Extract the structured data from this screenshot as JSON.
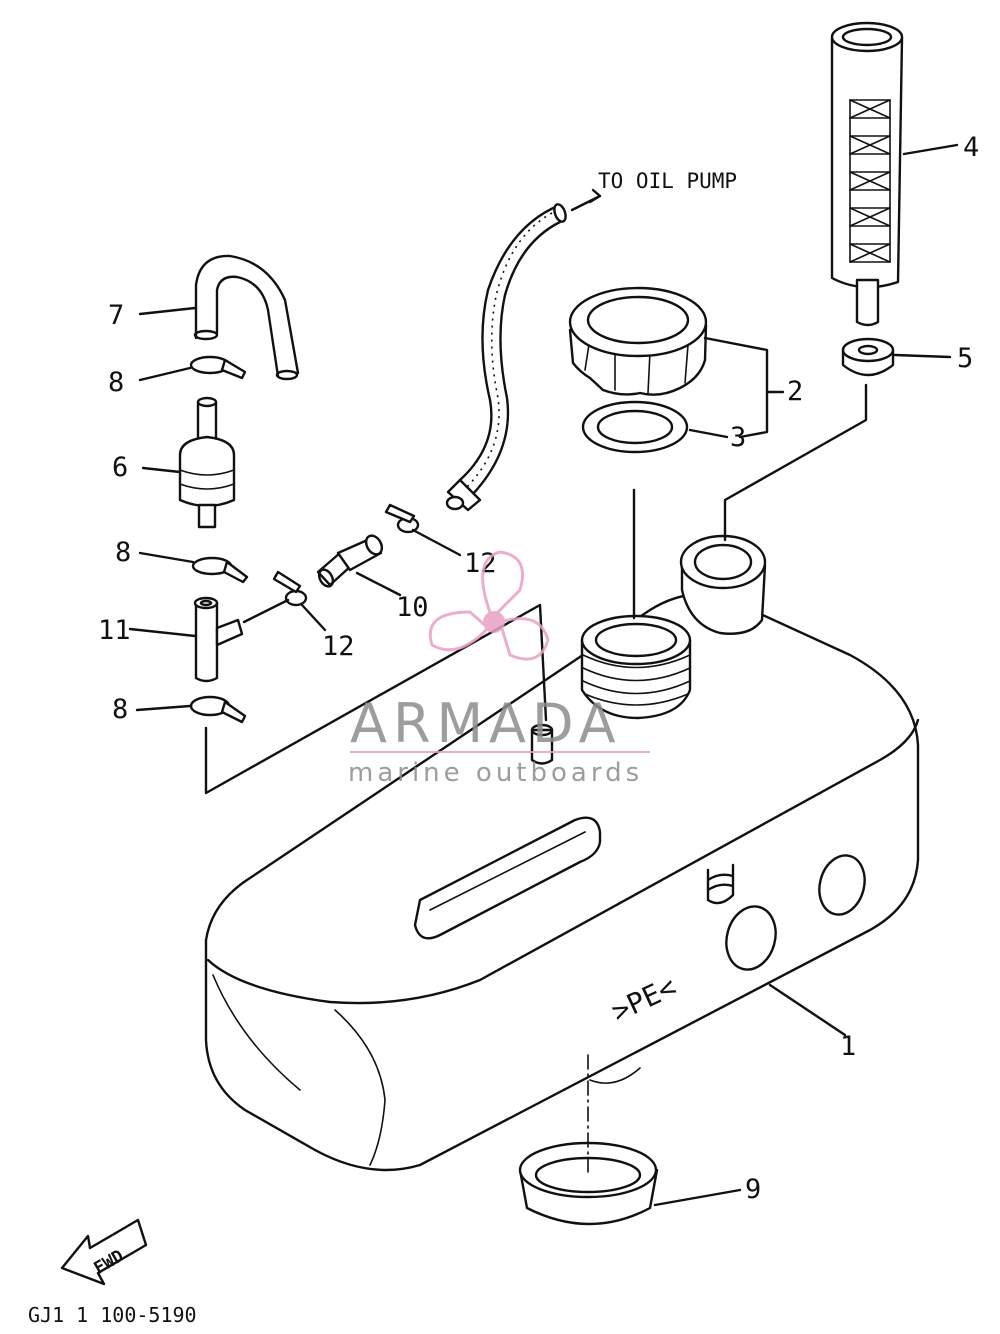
{
  "diagram": {
    "parts": [
      {
        "id": "part-1",
        "label": "1"
      },
      {
        "id": "part-2",
        "label": "2"
      },
      {
        "id": "part-3",
        "label": "3"
      },
      {
        "id": "part-4",
        "label": "4"
      },
      {
        "id": "part-5",
        "label": "5"
      },
      {
        "id": "part-6",
        "label": "6"
      },
      {
        "id": "part-7",
        "label": "7"
      },
      {
        "id": "part-8a",
        "label": "8"
      },
      {
        "id": "part-8b",
        "label": "8"
      },
      {
        "id": "part-8c",
        "label": "8"
      },
      {
        "id": "part-9",
        "label": "9"
      },
      {
        "id": "part-10",
        "label": "10"
      },
      {
        "id": "part-11",
        "label": "11"
      },
      {
        "id": "part-12a",
        "label": "12"
      },
      {
        "id": "part-12b",
        "label": "12"
      }
    ],
    "annotation_pump": "TO OIL PUMP",
    "tank_marking": ">PE<",
    "direction_label": "FWD",
    "drawing_code": "GJ1 1 100-5190"
  },
  "watermark": {
    "brand": "ARMADA",
    "tagline": "marine outboards",
    "colors": {
      "primary": "#8c8c8c",
      "accent": "#e8a0c4"
    }
  },
  "colors": {
    "line": "#111111",
    "background": "#ffffff"
  }
}
